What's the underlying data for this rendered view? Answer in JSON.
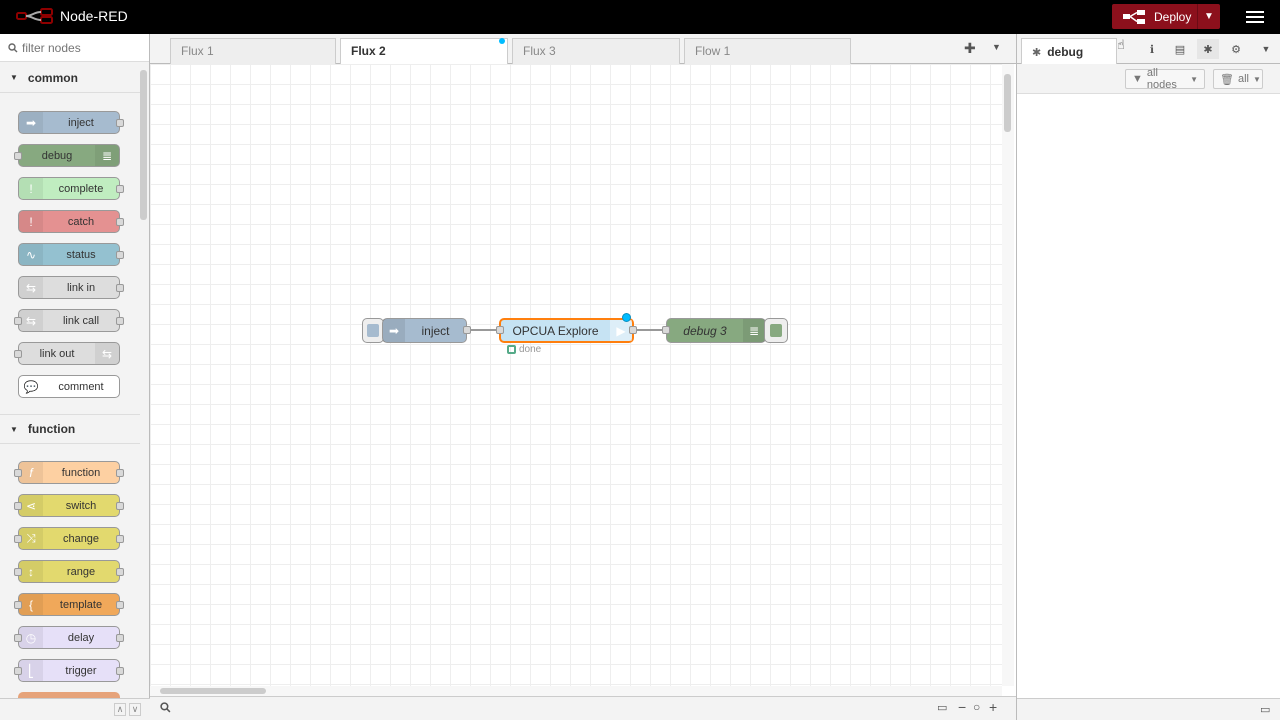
{
  "app": {
    "title": "Node-RED"
  },
  "header": {
    "deploy_label": "Deploy"
  },
  "palette": {
    "search_placeholder": "filter nodes",
    "categories": [
      {
        "name": "common",
        "nodes": [
          "inject",
          "debug",
          "complete",
          "catch",
          "status",
          "link in",
          "link call",
          "link out",
          "comment"
        ]
      },
      {
        "name": "function",
        "nodes": [
          "function",
          "switch",
          "change",
          "range",
          "template",
          "delay",
          "trigger"
        ]
      }
    ]
  },
  "workspace": {
    "tabs": [
      "Flux 1",
      "Flux 2",
      "Flux 3",
      "Flow 1"
    ],
    "active_tab": "Flux 2",
    "nodes": [
      {
        "label": "inject",
        "type": "inject",
        "color": "#a6bbcf"
      },
      {
        "label": "OPCUA Explore",
        "type": "opcua",
        "color": "#c6e3f3",
        "status": "done"
      },
      {
        "label": "debug 3",
        "type": "debug",
        "color": "#87a980"
      }
    ]
  },
  "sidebar": {
    "active_tab": "debug",
    "filter_nodes": "all nodes",
    "filter_clear": "all"
  },
  "colors": {
    "header_bg": "#000000",
    "deploy": "#8c101c",
    "selection": "#ff7f0e",
    "changed_dot": "#00bcff"
  }
}
